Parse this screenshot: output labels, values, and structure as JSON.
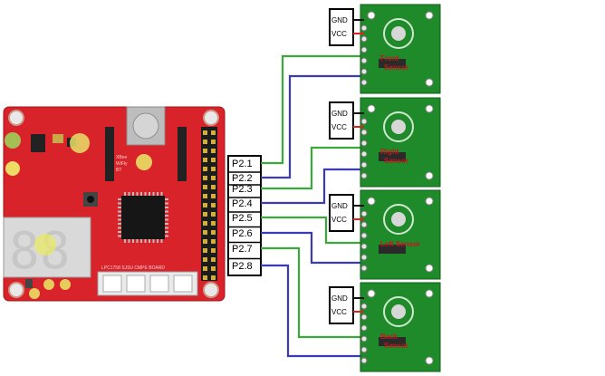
{
  "board": {
    "text_xbee": "XBee",
    "text_wifly": "WiFly",
    "text_bt": "BT",
    "text_board": "LPC1758 SJSU CMPE BOARD",
    "seven_seg_digits": "88"
  },
  "header": {
    "pins": [
      "P2.1",
      "P2.2",
      "P2.3",
      "P2.4",
      "P2.5",
      "P2.6",
      "P2.7",
      "P2.8"
    ]
  },
  "power": {
    "gnd": "GND",
    "vcc": "VCC"
  },
  "sensors": [
    {
      "label_line1": "Front",
      "label_line2": "Sensor"
    },
    {
      "label_line1": "Right",
      "label_line2": "Sensor"
    },
    {
      "label_line1": "Left Sensor",
      "label_line2": ""
    },
    {
      "label_line1": "Back",
      "label_line2": "Sensor"
    }
  ],
  "colors": {
    "wire_green": "#3aa83a",
    "wire_blue": "#3b3bb8",
    "wire_red": "#e02020",
    "board_red": "#d8232a",
    "sensor_green": "#1f8a2a"
  }
}
